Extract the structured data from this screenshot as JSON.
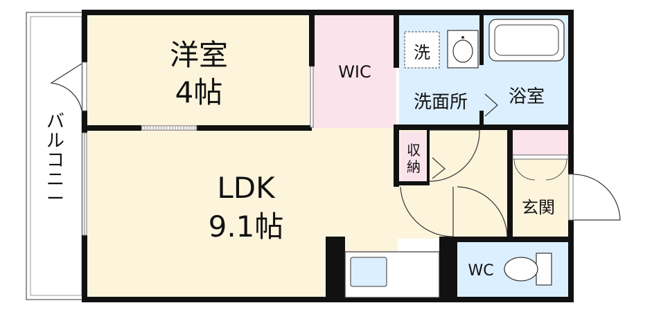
{
  "rooms": {
    "western_room": {
      "name": "洋室",
      "size": "4帖"
    },
    "wic": "WIC",
    "ldk": {
      "name": "LDK",
      "size": "9.1帖"
    },
    "washroom": "洗面所",
    "washer": "洗",
    "bathroom": "浴室",
    "storage": {
      "line1": "収",
      "line2": "納"
    },
    "entrance": "玄関",
    "toilet": "WC",
    "balcony": [
      "バ",
      "ル",
      "コ",
      "ニ",
      "ー"
    ]
  },
  "colors": {
    "wall": "#111111",
    "room_fill": "#fdf4dc",
    "wic_fill": "#fbe3ec",
    "wet_fill": "#dcefff",
    "balcony_fill": "#ffffff"
  }
}
